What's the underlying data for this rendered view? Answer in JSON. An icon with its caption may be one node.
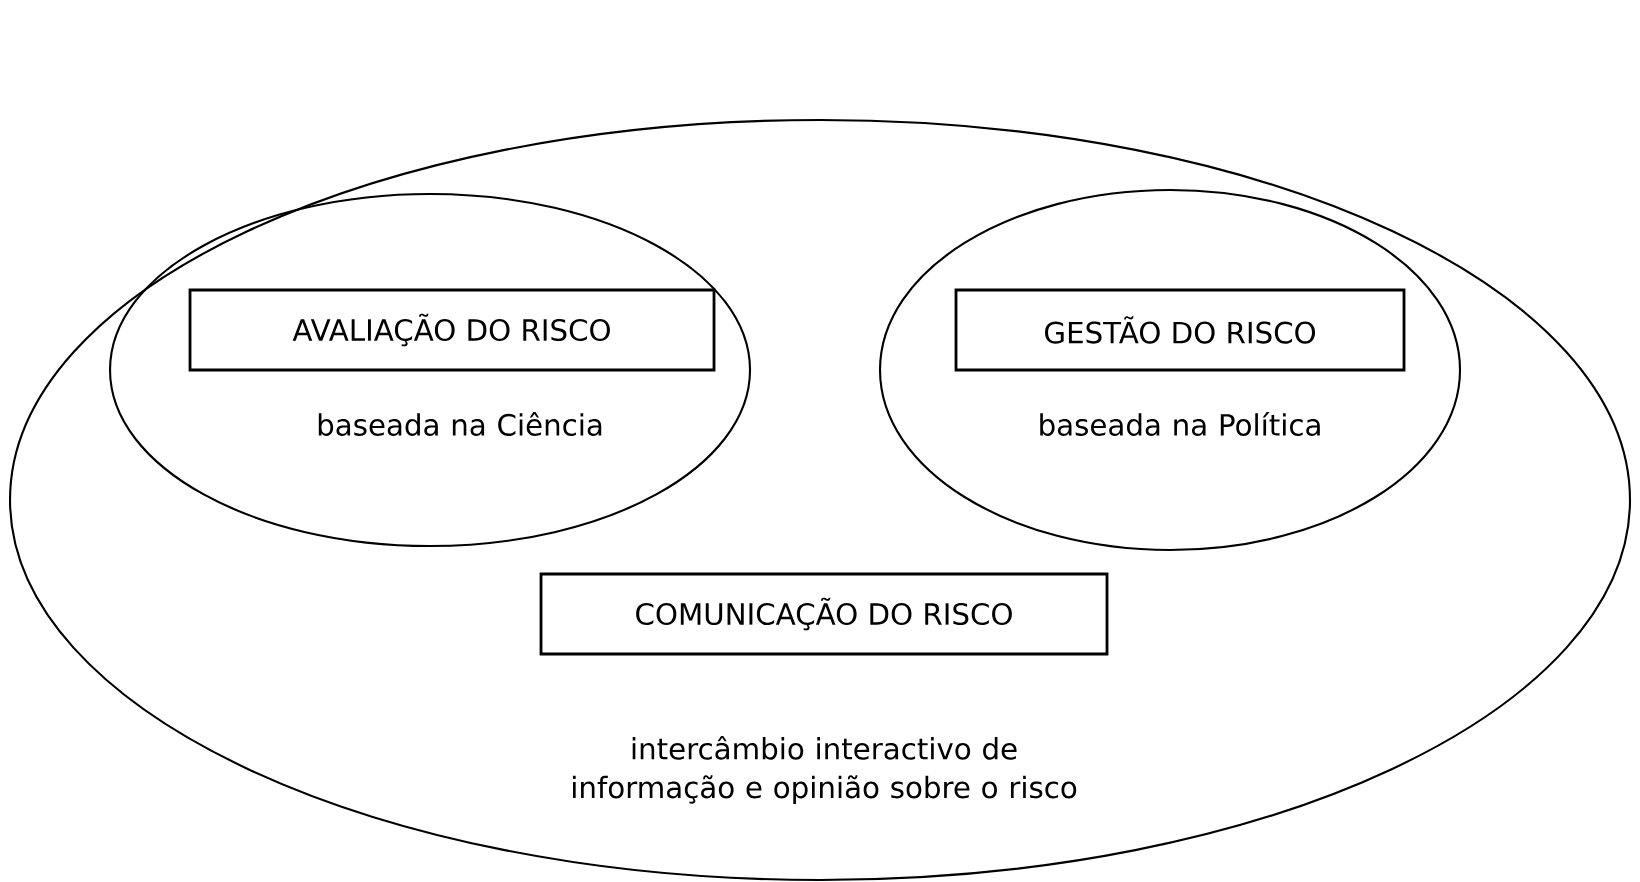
{
  "diagram": {
    "nodes": [
      {
        "text": [
          "intercâmbio interactivo de informação e opinião sobre o risco"
        ]
      },
      {
        "text": [
          "baseada na Ciência"
        ],
        "in": 0
      },
      {
        "text": [
          "AVALIAÇÃO DO RISCO"
        ],
        "in": 1
      },
      {
        "text": [
          "baseada na Política"
        ],
        "in": 0
      },
      {
        "text": [
          "GESTÃO DO RISCO"
        ],
        "in": 3
      },
      {
        "text": [
          "COMUNICAÇÃO DO RISCO"
        ],
        "in": 0
      }
    ]
  }
}
